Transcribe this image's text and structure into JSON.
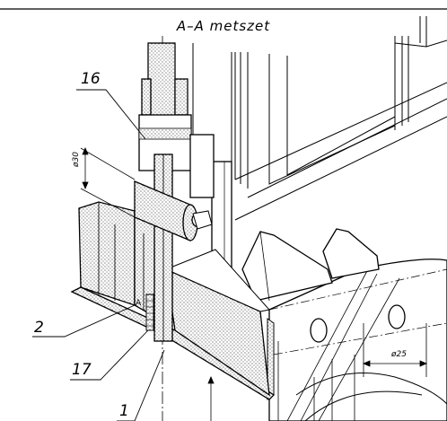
{
  "title": "A–A metszet",
  "callouts": [
    {
      "id": "16",
      "label": "16"
    },
    {
      "id": "2",
      "label": "2"
    },
    {
      "id": "17",
      "label": "17"
    },
    {
      "id": "1",
      "label": "1"
    }
  ],
  "marker": "A",
  "dimensions": {
    "d30": "ø30",
    "d25": "ø25"
  },
  "colors": {
    "line": "#000000",
    "fill": "#ffffff",
    "hatch": "#000000"
  }
}
